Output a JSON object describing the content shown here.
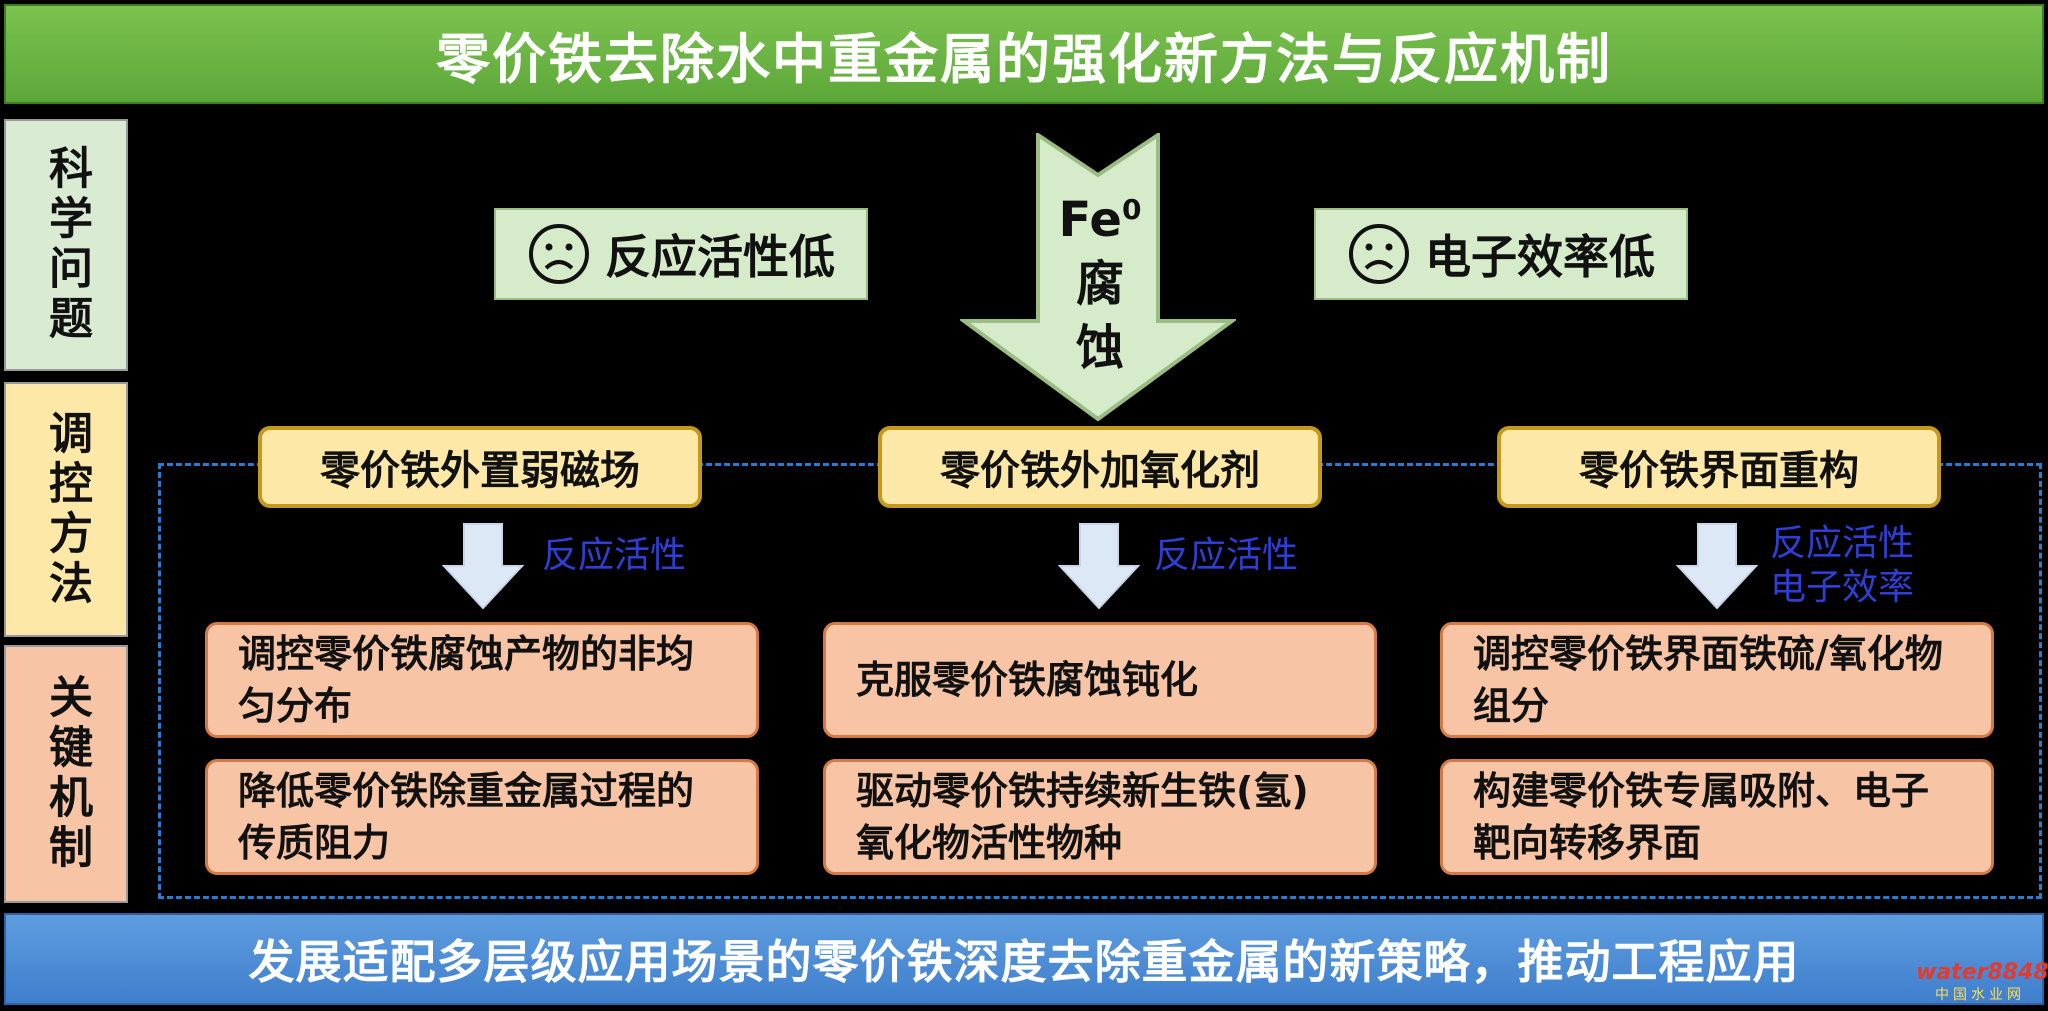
{
  "title": "零价铁去除水中重金属的强化新方法与反应机制",
  "side_labels": [
    "科学问题",
    "调控方法",
    "关键机制"
  ],
  "problems": {
    "left": "反应活性低",
    "right": "电子效率低",
    "face_icon": "sad-face-icon"
  },
  "center_arrow": {
    "fe": "Fe",
    "sup": "0",
    "line1": "腐",
    "line2": "蚀"
  },
  "methods": [
    "零价铁外置弱磁场",
    "零价铁外加氧化剂",
    "零价铁界面重构"
  ],
  "effects": {
    "col1": "反应活性",
    "col2": "反应活性",
    "col3_line1": "反应活性",
    "col3_line2": "电子效率"
  },
  "mechanisms": {
    "col1": [
      "调控零价铁腐蚀产物的非均匀分布",
      "降低零价铁除重金属过程的传质阻力"
    ],
    "col2": [
      "克服零价铁腐蚀钝化",
      "驱动零价铁持续新生铁(氢)氧化物活性物种"
    ],
    "col3": [
      "调控零价铁界面铁硫/氧化物组分",
      "构建零价铁专属吸附、电子靶向转移界面"
    ]
  },
  "bottom": "发展适配多层级应用场景的零价铁深度去除重金属的新策略，推动工程应用",
  "watermark": {
    "top": "water8848",
    "bottom": "中国水业网"
  },
  "colors": {
    "title_green": "#5da83a",
    "problem_green": "#d6ebc9",
    "method_yellow": "#fde8a7",
    "mechanism_orange": "#f7c4a6",
    "effect_blue": "#2f3fd6",
    "bottom_blue": "#3f7fcc",
    "dashed_blue": "#2a7bd4"
  }
}
